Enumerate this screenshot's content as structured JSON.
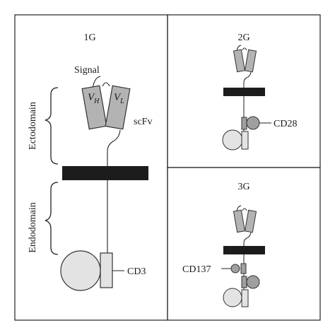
{
  "panels": {
    "first_gen": {
      "title": "1G"
    },
    "second_gen": {
      "title": "2G"
    },
    "third_gen": {
      "title": "3G"
    }
  },
  "labels": {
    "signal": "Signal",
    "vh_main": "V",
    "vh_sub": "H",
    "vl_main": "V",
    "vl_sub": "L",
    "scfv": "scFv",
    "cd3": "CD3",
    "cd28": "CD28",
    "cd137": "CD137",
    "ectodomain": "Ectodomain",
    "endodomain": "Endodomain"
  },
  "colors": {
    "membrane": "#1c1c1c",
    "domain_fill": "#b3b3b3",
    "light_fill": "#e3e3e3",
    "costim_fill": "#9f9f9f",
    "outline": "#333333"
  }
}
